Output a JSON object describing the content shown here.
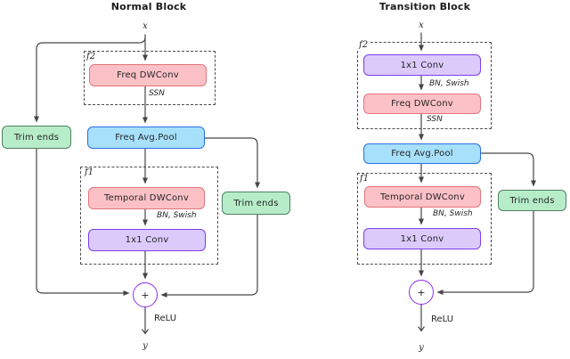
{
  "colors": {
    "line": "#474747",
    "dash": "#4b4b4b",
    "text": "#262626",
    "title": "#1b1b1b",
    "pink_fill": "#fbc1c6",
    "pink_border": "#e4737c",
    "purple_fill": "#dccafb",
    "purple_border": "#7b3df0",
    "blue_fill": "#a6e0fb",
    "blue_border": "#2e6fe8",
    "green_fill": "#b6edc8",
    "green_border": "#4f8063",
    "sum_border": "#8e2df0"
  },
  "normal_block": {
    "title": "Normal Block",
    "input_label": "x",
    "f2_label": "f2",
    "freq_dwconv_label": "Freq DWConv",
    "ssn_label": "SSN",
    "trim_ends_left_label": "Trim ends",
    "freq_avg_pool_label": "Freq Avg.Pool",
    "f1_label": "f1",
    "temporal_dwconv_label": "Temporal  DWConv",
    "bn_swish_label": "BN, Swish",
    "conv_1x1_label": "1x1 Conv",
    "trim_ends_right_label": "Trim ends",
    "sum_label": "+",
    "relu_label": "ReLU",
    "output_label": "y"
  },
  "transition_block": {
    "title": "Transition Block",
    "input_label": "x",
    "f2_label": "f2",
    "conv_1x1_top_label": "1x1 Conv",
    "bn_swish_top_label": "BN, Swish",
    "freq_dwconv_label": "Freq DWConv",
    "ssn_label": "SSN",
    "freq_avg_pool_label": "Freq Avg.Pool",
    "f1_label": "f1",
    "temporal_dwconv_label": "Temporal  DWConv",
    "bn_swish_bottom_label": "BN, Swish",
    "conv_1x1_bottom_label": "1x1 Conv",
    "trim_ends_label": "Trim ends",
    "sum_label": "+",
    "relu_label": "ReLU",
    "output_label": "y"
  }
}
